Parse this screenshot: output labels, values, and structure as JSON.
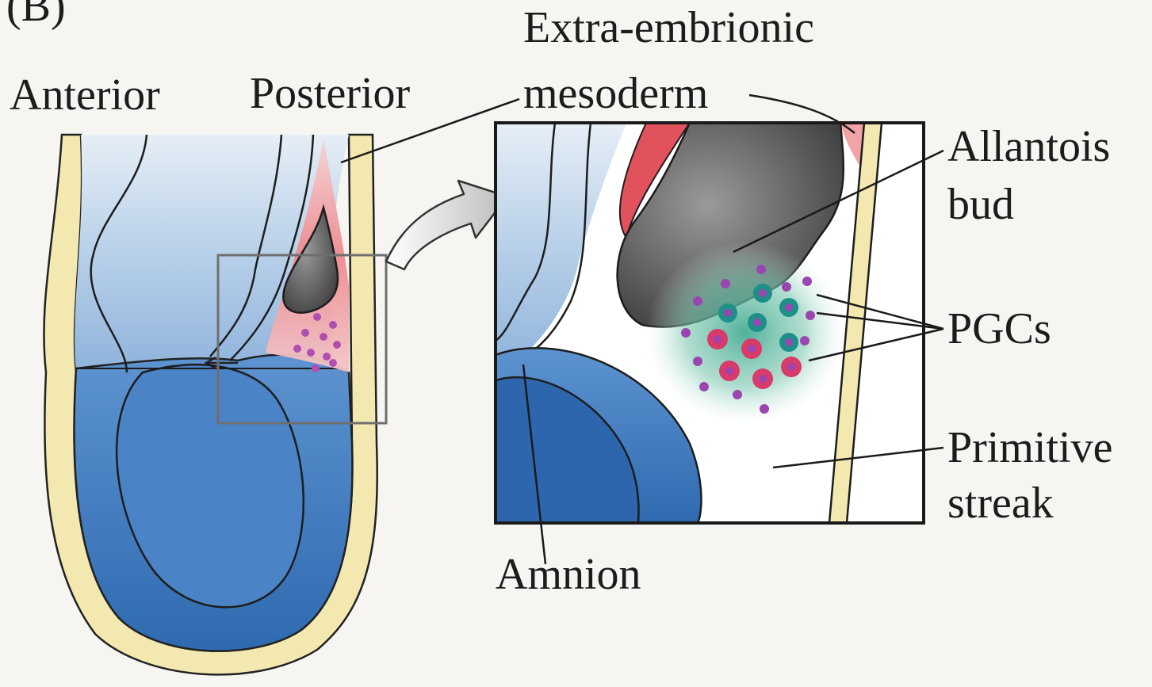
{
  "panel_letter": "(B)",
  "labels": {
    "anterior": "Anterior",
    "posterior": "Posterior",
    "extra_embryonic_line1": "Extra-embrionic",
    "extra_embryonic_line2": "mesoderm",
    "allantois_line1": "Allantois",
    "allantois_line2": "bud",
    "pgcs": "PGCs",
    "primitive_line1": "Primitive",
    "primitive_line2": "streak",
    "amnion": "Amnion"
  },
  "colors": {
    "ectoderm_blue": "#3a74b8",
    "light_blue": "#c9dced",
    "yolk_yellow": "#f3e9b0",
    "mesoderm_red": "#e2525c",
    "allantois_gray": "#4f4f4f",
    "pgc_pink": "#d83a6a",
    "pgc_teal": "#1f8f8a",
    "pgc_small_purple": "#9a45b0"
  }
}
